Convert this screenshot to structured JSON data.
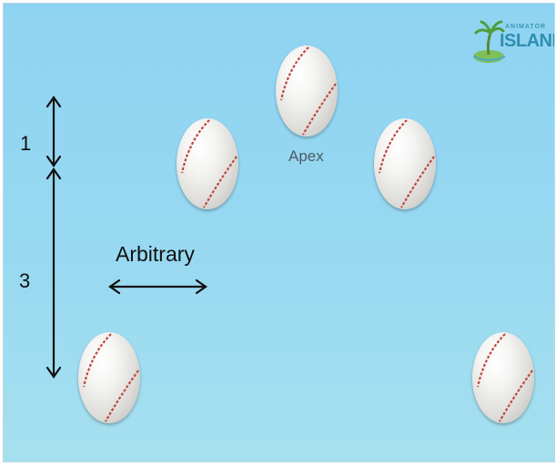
{
  "labels": {
    "small_interval": "1",
    "large_interval": "3",
    "spacing": "Arbitrary",
    "apex": "Apex"
  },
  "logo": {
    "top_text": "ANIMATOR",
    "main_text": "ISLAND."
  },
  "colors": {
    "sky_top": "#8fd3f2",
    "sky_bottom": "#a6e0ef",
    "stitch": "#c0473e",
    "arrow": "#111111",
    "logo": "#2f8eb0"
  },
  "icons": [
    "baseball-icon",
    "island-logo-icon",
    "double-arrow-icon"
  ]
}
